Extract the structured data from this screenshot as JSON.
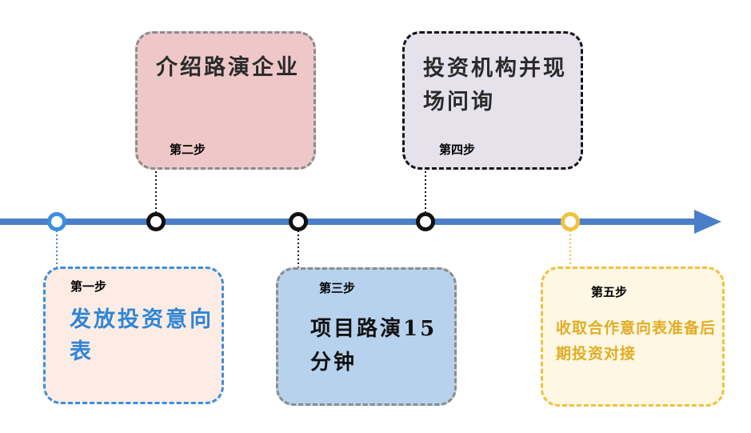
{
  "steps": [
    {
      "label": "第一步",
      "text": "发放投资意向表"
    },
    {
      "label": "第二步",
      "text": "介绍路演企业"
    },
    {
      "label": "第三步",
      "text": "项目路演15分钟"
    },
    {
      "label": "第四步",
      "text": "投资机构并现场问询"
    },
    {
      "label": "第五步",
      "text": "收取合作意向表准备后期投资对接"
    }
  ],
  "colors": {
    "timeline": "#4a7fc8",
    "step1": "#3a8fe0",
    "step2": "#eec8c8",
    "step3": "#b7d2ec",
    "step4": "#e6e2ec",
    "step5": "#f0c23e"
  }
}
